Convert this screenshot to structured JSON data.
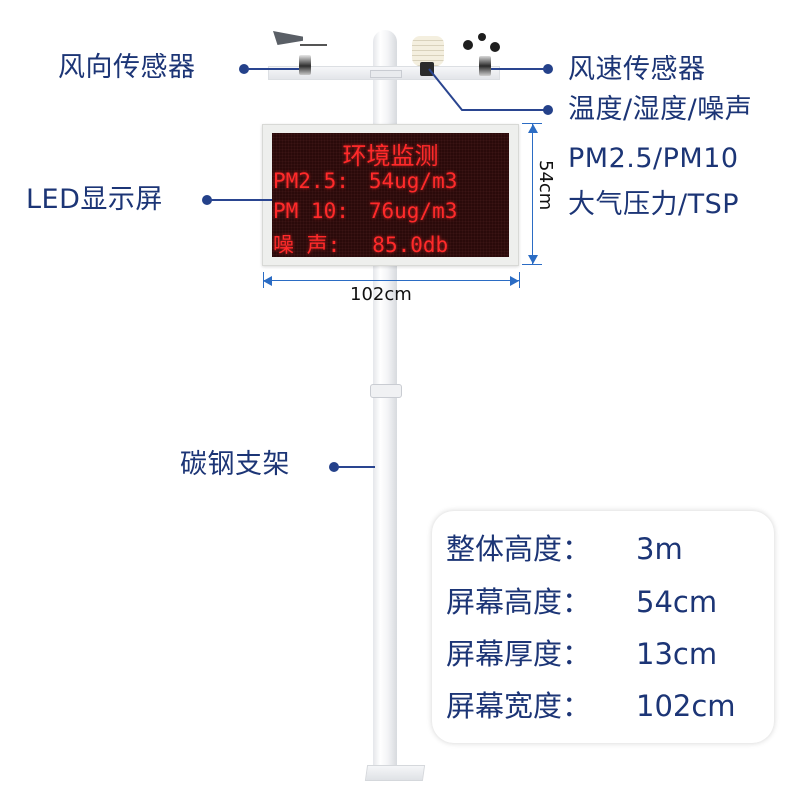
{
  "callouts": {
    "wind_direction_sensor": "风向传感器",
    "wind_speed_sensor": "风速传感器",
    "multi_sensor_lines": [
      "温度/湿度/噪声",
      "PM2.5/PM10",
      "大气压力/TSP"
    ],
    "led_display": "LED显示屏",
    "carbon_steel_bracket": "碳钢支架"
  },
  "led_screen": {
    "title": "环境监测",
    "rows": [
      {
        "label": "PM2.5:",
        "value": "54ug/m3"
      },
      {
        "label": "PM 10:",
        "value": "76ug/m3"
      },
      {
        "label": "噪 声:",
        "value": "85.0db"
      }
    ],
    "text_color": "#ff2a2a",
    "background_color": "#2a0a0a"
  },
  "dimensions": {
    "width_label": "102cm",
    "height_label": "54cm",
    "marker_color": "#2b6cc4"
  },
  "specs": [
    {
      "key": "整体高度：",
      "value": "3m"
    },
    {
      "key": "屏幕高度：",
      "value": "54cm"
    },
    {
      "key": "屏幕厚度：",
      "value": "13cm"
    },
    {
      "key": "屏幕宽度：",
      "value": "102cm"
    }
  ],
  "colors": {
    "label_text": "#1c3576",
    "connector_line": "#2a4590"
  }
}
